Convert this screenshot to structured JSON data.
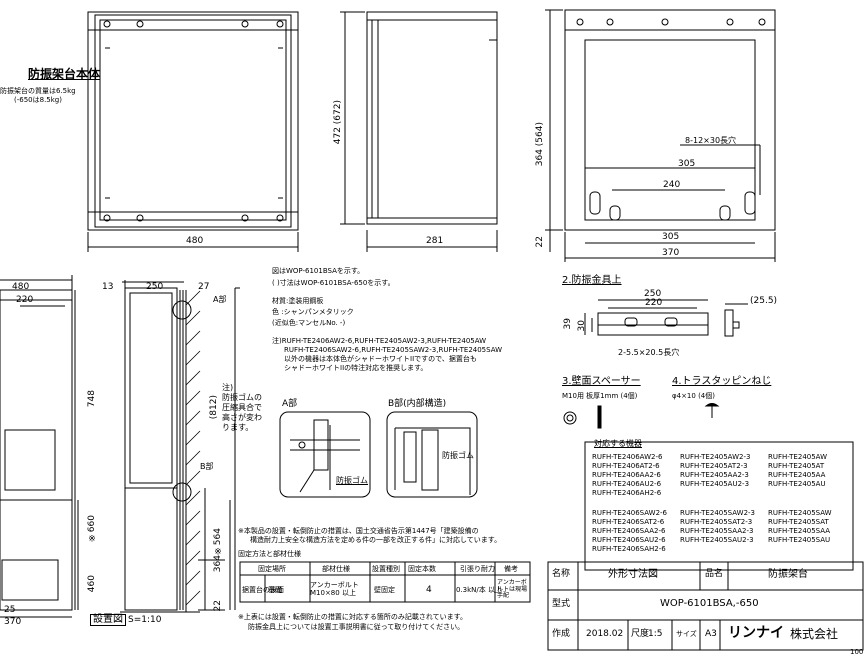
{
  "part1": {
    "title": "防振架台本体",
    "weight_line1": "防振架台の質量は6.5kg",
    "weight_line2": "(-650は8.5kg)",
    "dims": {
      "width": "480",
      "height": "472 (672)",
      "depth": "281"
    }
  },
  "side_dims": {
    "h364": "364 (564)",
    "d22": "22",
    "w305": "305",
    "w370": "370",
    "w240": "240",
    "w305b": "305",
    "slot": "8-12×30長穴"
  },
  "notes": {
    "n1": "図はWOP-6101BSAを示す。",
    "n2": "( )寸法はWOP-6101BSA-650を示す。",
    "material": "材質:塗装用鋼板",
    "color": "色 :シャンパンメタリック",
    "approx_color": "(近似色:マンセルNo. -)",
    "note_a": "注)RUFH-TE2406AW2-6,RUFH-TE2405AW2-3,RUFH-TE2405AW",
    "note_b": "RUFH-TE2406SAW2-6,RUFH-TE2405SAW2-3,RUFH-TE2405SAW",
    "note_c": "以外の機器は本体色がシャドーホワイトIIですので、据置台も",
    "note_d": "シャドーホワイトIIの特注対応を推奨します。"
  },
  "install": {
    "w480": "480",
    "w220": "220",
    "d13": "13",
    "d250": "250",
    "d27": "27",
    "h748": "748",
    "h812": "(812)",
    "h660": "※660",
    "h460": "460",
    "h564": "※564",
    "h364": "364",
    "h22": "22",
    "w25": "25",
    "w370": "370",
    "partA": "A部",
    "partB": "B部",
    "rubber_note1": "注)",
    "rubber_note2": "防振ゴムの",
    "rubber_note3": "圧縮具合で",
    "rubber_note4": "高さが変わ",
    "rubber_note5": "ります。",
    "label": "設置図",
    "scale": "S=1:10"
  },
  "details": {
    "a_title": "A部",
    "b_title": "B部(内部構造)",
    "rubber_a": "防振ゴム",
    "rubber_b": "防振ゴム"
  },
  "part2": {
    "title": "2.防振金具上",
    "d250": "250",
    "d220": "220",
    "d25": "(25.5)",
    "d39": "39",
    "d30": "30",
    "holes": "2-5.5×20.5長穴"
  },
  "part3": {
    "title": "3.壁面スペーサー",
    "spec": "M10用 板厚1mm (4個)"
  },
  "part4": {
    "title": "4.トラスタッピンねじ",
    "spec": "φ4×10 (4個)"
  },
  "compat": {
    "title": "対応する機器",
    "group1": [
      [
        "RUFH-TE2406AW2-6",
        "RUFH-TE2405AW2-3",
        "RUFH-TE2405AW"
      ],
      [
        "RUFH-TE2406AT2-6",
        "RUFH-TE2405AT2-3",
        "RUFH-TE2405AT"
      ],
      [
        "RUFH-TE2406AA2-6",
        "RUFH-TE2405AA2-3",
        "RUFH-TE2405AA"
      ],
      [
        "RUFH-TE2406AU2-6",
        "RUFH-TE2405AU2-3",
        "RUFH-TE2405AU"
      ],
      [
        "RUFH-TE2406AH2-6",
        "",
        ""
      ]
    ],
    "group2": [
      [
        "RUFH-TE2406SAW2-6",
        "RUFH-TE2405SAW2-3",
        "RUFH-TE2405SAW"
      ],
      [
        "RUFH-TE2406SAT2-6",
        "RUFH-TE2405SAT2-3",
        "RUFH-TE2405SAT"
      ],
      [
        "RUFH-TE2406SAA2-6",
        "RUFH-TE2405SAA2-3",
        "RUFH-TE2405SAA"
      ],
      [
        "RUFH-TE2406SAU2-6",
        "RUFH-TE2405SAU2-3",
        "RUFH-TE2405SAU"
      ],
      [
        "RUFH-TE2406SAH2-6",
        "",
        ""
      ]
    ]
  },
  "warn": {
    "line1": "※本製品の設置・転倒防止の措置は、国土交通省告示第1447号「建築設備の",
    "line2": "構造耐力上安全な構造方法を定める件の一部を改正する件」に対応しています。",
    "table_title": "固定方法と部材仕様",
    "headers": [
      "固定場所",
      "部材仕様",
      "設置種別",
      "固定本数",
      "引張り耐力",
      "備考"
    ],
    "row": [
      "据置台の後面",
      "基礎",
      "アンカーボルト M10×80 以上",
      "壁固定",
      "4",
      "0.3kN/本 以上",
      "アンカーボルトは現場手配"
    ],
    "foot1": "※上表には設置・転倒防止の措置に対応する箇所のみ記載されています。",
    "foot2": "防振金具上については設置工事説明書に従って取り付けてください。"
  },
  "titleblock": {
    "name_label": "名称",
    "name": "外形寸法図",
    "item_label": "品名",
    "item": "防振架台",
    "model_label": "型式",
    "model": "WOP-6101BSA,-650",
    "made_label": "作成",
    "date": "2018.02",
    "scale_label": "尺度",
    "scale": "1:5",
    "size_label": "サイズ",
    "size": "A3",
    "company_brand": "リンナイ",
    "company_suffix": "株式会社",
    "page": "100"
  }
}
